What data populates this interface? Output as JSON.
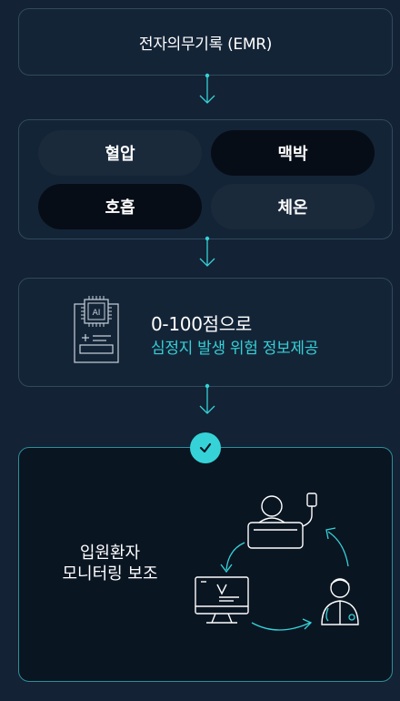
{
  "emr": {
    "label": "전자의무기록 (EMR)"
  },
  "vitals": [
    {
      "label": "혈압"
    },
    {
      "label": "맥박"
    },
    {
      "label": "호흡"
    },
    {
      "label": "체온"
    }
  ],
  "ai": {
    "icon_text": "AI",
    "score_text": "0-100점으로",
    "info_text": "심정지 발생 위험 정보제공"
  },
  "monitoring": {
    "title_line1": "입원환자",
    "title_line2": "모니터링 보조"
  },
  "colors": {
    "background": "#132234",
    "accent": "#35d3d8",
    "border": "#2f4a5c",
    "pill_dark": "#060d16",
    "pill_light": "#1a2a3b"
  }
}
